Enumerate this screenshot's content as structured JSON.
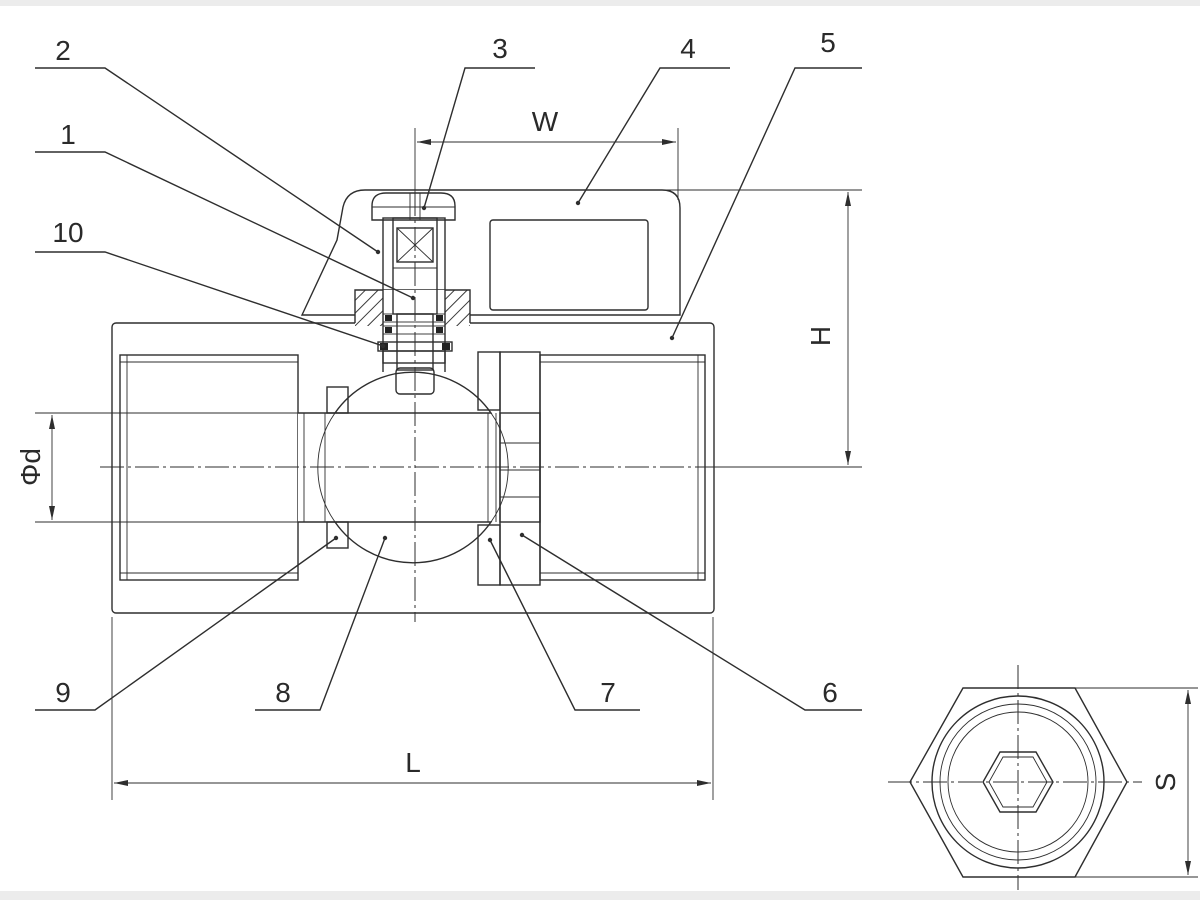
{
  "callouts": {
    "part_1": "1",
    "part_2": "2",
    "part_3": "3",
    "part_4": "4",
    "part_5": "5",
    "part_6": "6",
    "part_7": "7",
    "part_8": "8",
    "part_9": "9",
    "part_10": "10"
  },
  "dimensions": {
    "handle_width": "W",
    "height": "H",
    "bore_diameter": "Φd",
    "length": "L",
    "hex_size": "S"
  }
}
